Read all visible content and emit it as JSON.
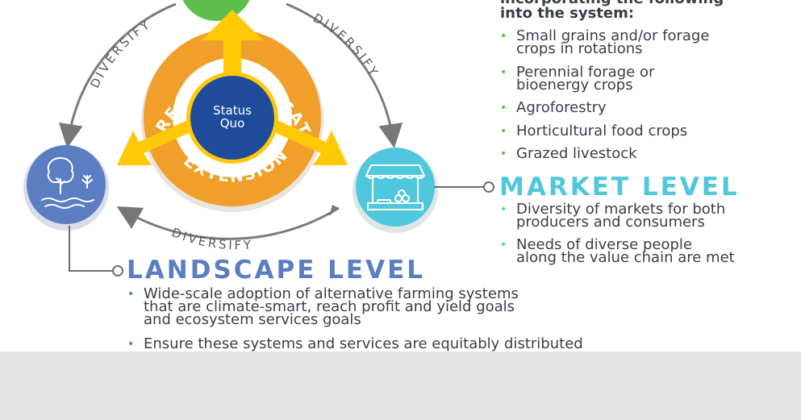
{
  "diagram": {
    "hub_labels": {
      "center": [
        "Status",
        "Quo"
      ],
      "ring_top_left": "RESEARCH",
      "ring_top_right": "EDUCATION",
      "ring_bottom": "EXTENSION"
    },
    "arc_labels": [
      "DIVERSIFY",
      "DIVERSIFY",
      "DIVERSIFY"
    ]
  },
  "farm_level": {
    "intro": [
      "incorporating the following",
      "into the system:"
    ],
    "bullets": [
      [
        "Small grains and/or forage",
        "crops in rotations"
      ],
      [
        "Perennial forage or",
        "bioenergy crops"
      ],
      [
        "Agroforestry"
      ],
      [
        "Horticultural food crops"
      ],
      [
        "Grazed livestock"
      ]
    ]
  },
  "market_level": {
    "title": "MARKET LEVEL",
    "bullets": [
      [
        "Diversity of markets for both",
        "producers and consumers"
      ],
      [
        "Needs of diverse people",
        "along the value chain are met"
      ]
    ]
  },
  "landscape_level": {
    "title": "LANDSCAPE LEVEL",
    "bullets": [
      [
        "Wide-scale adoption of alternative farming systems",
        "that are climate-smart, reach profit and yield goals",
        "and ecosystem services goals"
      ],
      [
        "Ensure these systems and services are equitably distributed"
      ]
    ]
  },
  "colors": {
    "farm_green": "#5cbf4c",
    "market_teal": "#4fc7dd",
    "landscape_blue": "#5b7dc1",
    "ring_orange": "#f0a02a",
    "arrow_yellow": "#ffc907",
    "center_navy": "#1f4c9a",
    "bottom_band": "#e4e4e4"
  },
  "icons": [
    "tree-landscape-icon",
    "market-stall-icon"
  ]
}
